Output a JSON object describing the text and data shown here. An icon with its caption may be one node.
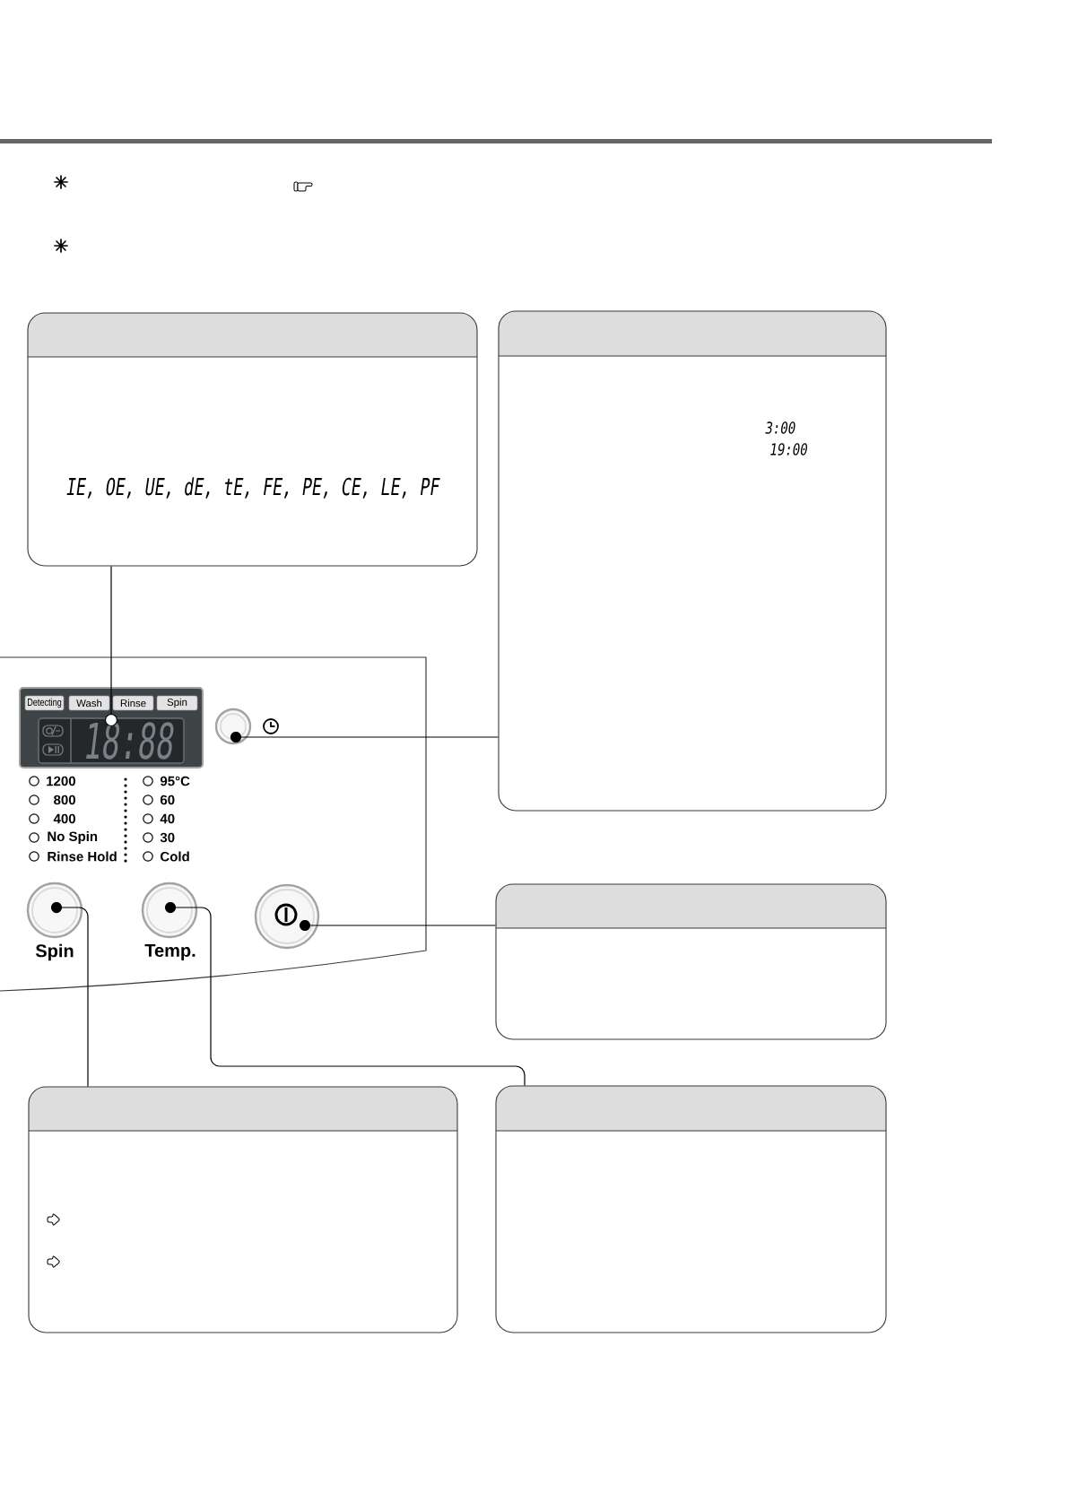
{
  "diagram": {
    "nodes": [
      {
        "text": [
          "IE, OE, UE, dE, tE, FE, PE, CE, LE, PF"
        ]
      },
      {
        "text": [
          "3:00",
          "19:00"
        ]
      },
      {
        "text": [
          "18:88"
        ]
      },
      {
        "text": [
          "Detecting"
        ],
        "in": 2
      },
      {
        "text": [
          "Wash"
        ],
        "in": 2
      },
      {
        "text": [
          "Rinse"
        ],
        "in": 2
      },
      {
        "text": [
          "Spin"
        ],
        "in": 2
      },
      {
        "text": [],
        "shape": "circle"
      },
      {
        "text": [],
        "shape": "circle",
        "beside": [
          "Spin"
        ]
      },
      {
        "text": [],
        "shape": "circle",
        "beside": [
          "Temp."
        ]
      },
      {
        "text": [],
        "shape": "circle"
      },
      {
        "text": [],
        "shape": "box"
      },
      {
        "text": [],
        "shape": "box"
      },
      {
        "text": [],
        "shape": "box"
      }
    ],
    "edges": [
      {
        "from": 0,
        "to": 2,
        "arrow": "other"
      },
      {
        "from": 1,
        "to": 7,
        "arrow": "other"
      },
      {
        "from": 11,
        "to": 10,
        "arrow": "other"
      },
      {
        "from": 12,
        "to": 8,
        "arrow": "other"
      },
      {
        "from": 13,
        "to": 9,
        "arrow": "other"
      }
    ],
    "labels": [
      "1200",
      "800",
      "400",
      "No Spin",
      "Rinse Hold",
      "95°C",
      "60",
      "40",
      "30",
      "Cold"
    ]
  }
}
